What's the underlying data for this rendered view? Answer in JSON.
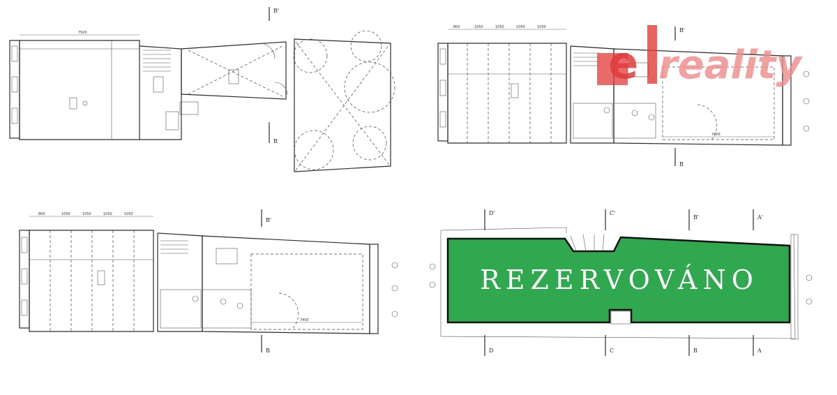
{
  "watermark": {
    "prefix": "e",
    "word": "reality",
    "color_primary": "#e23b3b",
    "color_secondary": "#ef8a8a"
  },
  "reservation": {
    "label": "REZERVOVÁNO",
    "fill_color": "#2fa84f"
  },
  "section_markers": {
    "B": "B",
    "B_prime": "B'",
    "A": "A",
    "A_prime": "A'",
    "C": "C",
    "C_prime": "C'",
    "D": "D",
    "D_prime": "D'"
  }
}
